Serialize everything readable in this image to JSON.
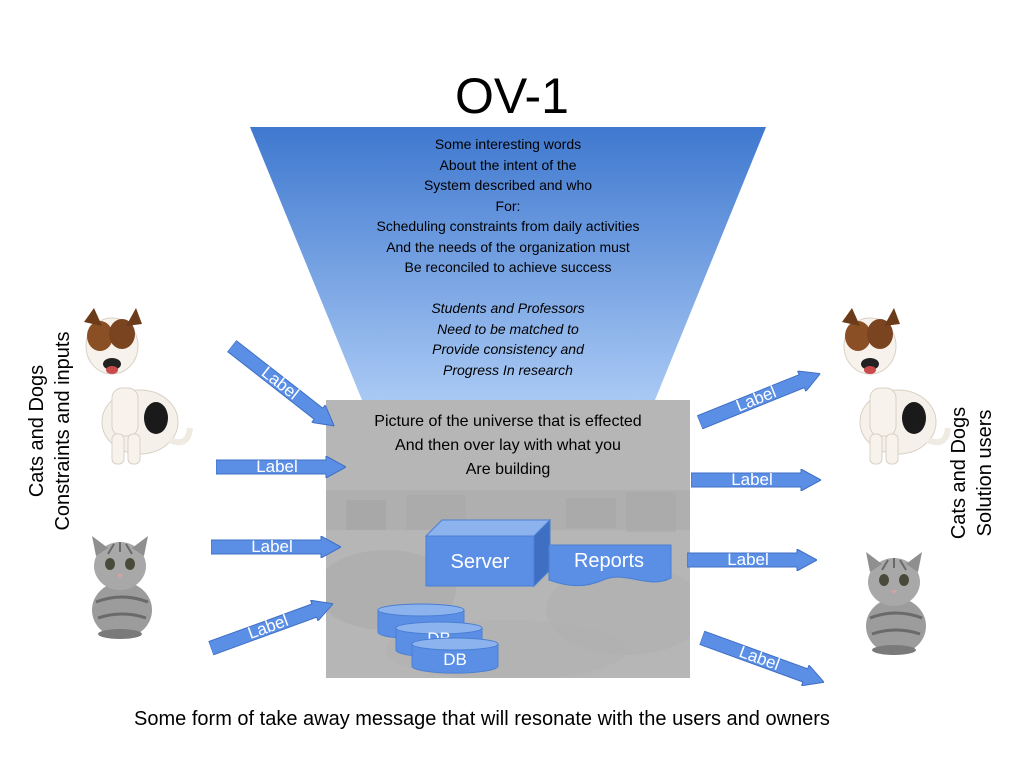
{
  "title": "OV-1",
  "funnel": {
    "lines": [
      "Some interesting words",
      "About the intent of the",
      "System described and who",
      "For:",
      "Scheduling constraints from daily activities",
      "And the needs of the organization must",
      "Be reconciled to achieve success",
      ""
    ],
    "italic_lines": [
      "Students and Professors",
      "Need to be matched to",
      "Provide consistency and",
      "Progress In research"
    ]
  },
  "universe": {
    "lines": [
      "Picture of the universe that is effected",
      "And then over lay with what you",
      "Are building"
    ]
  },
  "server": {
    "label": "Server"
  },
  "reports": {
    "label": "Reports"
  },
  "db": {
    "labels": [
      "DB",
      "DB",
      "DB"
    ]
  },
  "left_side": {
    "line1": "Cats and Dogs",
    "line2": "Constraints and inputs"
  },
  "right_side": {
    "line1": "Cats and Dogs",
    "line2": "Solution users"
  },
  "arrows": {
    "left": [
      "Label",
      "Label",
      "Label",
      "Label"
    ],
    "right": [
      "Label",
      "Label",
      "Label",
      "Label"
    ]
  },
  "takeaway": "Some form of take away message that will resonate with the users and owners",
  "colors": {
    "arrow_blue": "#5b8fe6",
    "funnel_top": "#3f78cf",
    "funnel_bottom": "#a9c9f4",
    "box_gray": "#b9b9b9"
  }
}
